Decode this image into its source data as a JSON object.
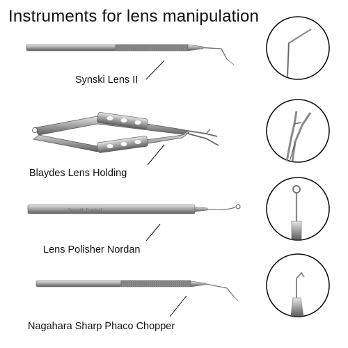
{
  "title": "Instruments for lens manipulation",
  "instruments": [
    {
      "label": "Synski Lens II",
      "icon": "synski-hook-icon"
    },
    {
      "label": "Blaydes Lens Holding",
      "icon": "blaydes-forceps-icon"
    },
    {
      "label": "Lens Polisher Nordan",
      "icon": "nordan-polisher-icon"
    },
    {
      "label": "Nagahara Sharp Phaco Chopper",
      "icon": "nagahara-chopper-icon"
    }
  ],
  "engraving": "Sourabh Surgical",
  "colors": {
    "steel": "#9a9a9a",
    "steel_dark": "#555555",
    "text": "#111111",
    "ring": "#111111"
  }
}
